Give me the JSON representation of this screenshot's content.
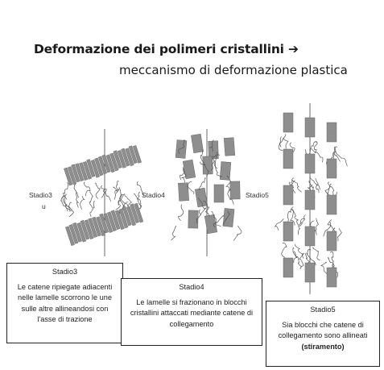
{
  "header": {
    "title": "Deformazione dei polimeri cristallini",
    "arrow": "➔",
    "subtitle": "meccanismo di deformazione plastica"
  },
  "stages": [
    {
      "label": "Stadio3",
      "sub_label": "u",
      "box_title": "Stadio3",
      "box_text": "Le catene ripiegate adiacenti nelle lamelle scorrono le une sulle altre allineandosi con l'asse di trazione"
    },
    {
      "label": "Stadio4",
      "box_title": "Stadio4",
      "box_text": "Le lamelle si frazionano in blocchi cristallini attaccati mediante catene di collegamento"
    },
    {
      "label": "Stadio5",
      "box_title": "Stadio5",
      "box_text": "Sia blocchi che catene di collegamento sono allineati",
      "box_emphasis": "(stiramento)"
    }
  ],
  "colors": {
    "block": "#8e8e8e",
    "chain": "#555555",
    "text": "#1a1a1a"
  }
}
